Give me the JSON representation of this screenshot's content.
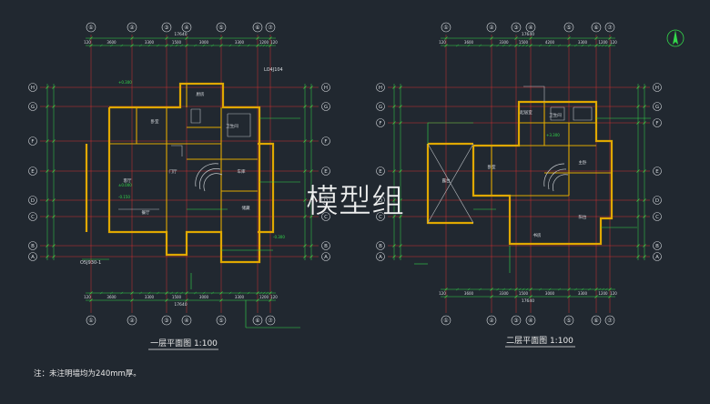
{
  "plan1": {
    "title": "一层平面图 1:100",
    "top_axes": [
      "①",
      "②",
      "③",
      "④",
      "⑤",
      "⑥",
      "⑦"
    ],
    "bottom_axes": [
      "①",
      "②",
      "③",
      "④",
      "⑤",
      "⑥",
      "⑦"
    ],
    "side_axes_left": [
      "H",
      "G",
      "F",
      "E",
      "D",
      "C",
      "B",
      "A"
    ],
    "side_axes_right": [
      "H",
      "G",
      "F",
      "E",
      "D",
      "C",
      "B",
      "A"
    ],
    "top_total": "17640",
    "bottom_total": "17640",
    "top_dims": [
      "120",
      "3600",
      "3300",
      "1500",
      "3000",
      "3300",
      "1200",
      "120"
    ],
    "bottom_dims": [
      "120",
      "3600",
      "3300",
      "1500",
      "3000",
      "3300",
      "1200",
      "120"
    ],
    "callouts": [
      "LO4J104",
      "O5J930-1"
    ],
    "room_labels": [
      "客厅",
      "餐厅",
      "厨房",
      "卫生间",
      "车库",
      "卧室",
      "门厅",
      "储藏"
    ],
    "elev_labels": [
      "±0.000",
      "-0.150",
      "+0.300",
      "-0.300"
    ]
  },
  "plan2": {
    "title": "二层平面图 1:100",
    "top_axes": [
      "①",
      "②",
      "③",
      "④",
      "⑤",
      "⑥",
      "⑦"
    ],
    "bottom_axes": [
      "①",
      "②",
      "③",
      "④",
      "⑤",
      "⑥",
      "⑦"
    ],
    "side_axes_left": [
      "H",
      "G",
      "F",
      "E",
      "D",
      "C",
      "B",
      "A"
    ],
    "side_axes_right": [
      "H",
      "G",
      "F",
      "E",
      "D",
      "C",
      "B",
      "A"
    ],
    "top_total": "17640",
    "bottom_total": "17640",
    "top_dims": [
      "120",
      "3600",
      "3300",
      "1500",
      "4200",
      "3300",
      "1200",
      "120"
    ],
    "bottom_dims": [
      "120",
      "3600",
      "3300",
      "1500",
      "3000",
      "3300",
      "1200",
      "120"
    ],
    "room_labels": [
      "卧室",
      "主卧",
      "书房",
      "卫生间",
      "露台",
      "起居室",
      "阳台"
    ],
    "elev_labels": [
      "+3.300"
    ]
  },
  "watermark": "模型组",
  "note": "注：未注明墙均为240mm厚。",
  "colors": {
    "background": "#212830",
    "grid_line": "#ff3030",
    "wall": "#e0a800",
    "dimension": "#33d94a",
    "text": "#d8dce0",
    "axis_bubble": "#d8dce0"
  },
  "north_arrow_icon": "north-arrow-icon"
}
